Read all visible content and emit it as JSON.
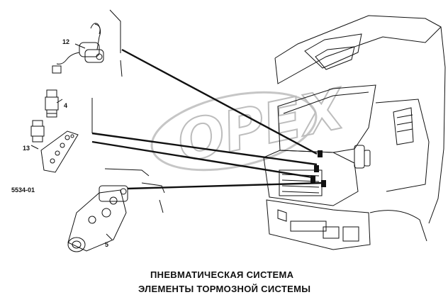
{
  "watermark": "OPEX",
  "labels": {
    "part_12": "12",
    "part_4": "4",
    "part_13": "13",
    "part_5": "5",
    "figure_code": "5534-01"
  },
  "caption": {
    "line1": "ПНЕВМАТИЧЕСКАЯ СИСТЕМА",
    "line2": "ЭЛЕМЕНТЫ ТОРМОЗНОЙ СИСТЕМЫ"
  }
}
